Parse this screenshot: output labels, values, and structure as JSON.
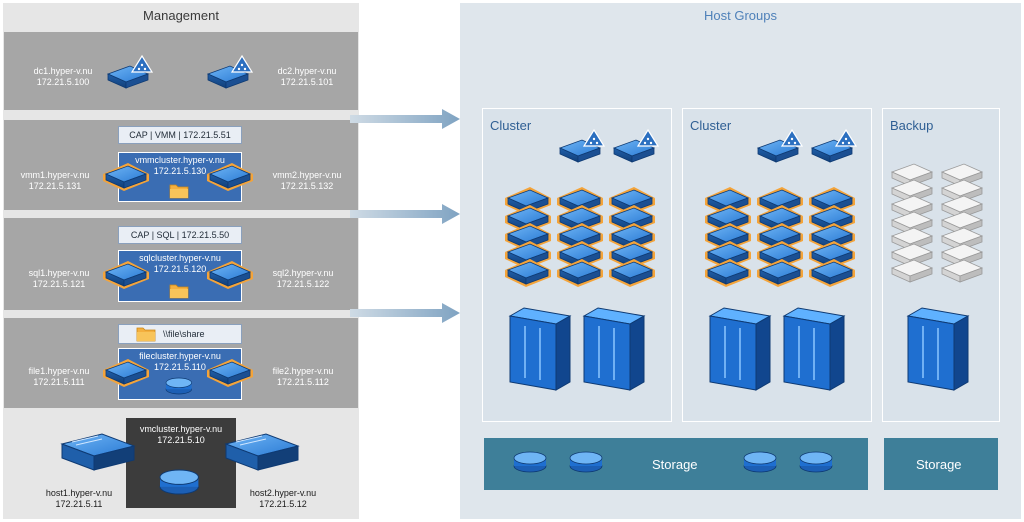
{
  "management": {
    "title": "Management",
    "dc": [
      {
        "name": "dc1.hyper-v.nu",
        "ip": "172.21.5.100"
      },
      {
        "name": "dc2.hyper-v.nu",
        "ip": "172.21.5.101"
      }
    ],
    "vmm": {
      "cap": "CAP | VMM | 172.21.5.51",
      "cluster_name": "vmmcluster.hyper-v.nu",
      "cluster_ip": "172.21.5.130",
      "node1": {
        "name": "vmm1.hyper-v.nu",
        "ip": "172.21.5.131"
      },
      "node2": {
        "name": "vmm2.hyper-v.nu",
        "ip": "172.21.5.132"
      }
    },
    "sql": {
      "cap": "CAP | SQL | 172.21.5.50",
      "cluster_name": "sqlcluster.hyper-v.nu",
      "cluster_ip": "172.21.5.120",
      "node1": {
        "name": "sql1.hyper-v.nu",
        "ip": "172.21.5.121"
      },
      "node2": {
        "name": "sql2.hyper-v.nu",
        "ip": "172.21.5.122"
      }
    },
    "file": {
      "share": "\\\\file\\share",
      "cluster_name": "filecluster.hyper-v.nu",
      "cluster_ip": "172.21.5.110",
      "node1": {
        "name": "file1.hyper-v.nu",
        "ip": "172.21.5.111"
      },
      "node2": {
        "name": "file2.hyper-v.nu",
        "ip": "172.21.5.112"
      }
    },
    "vmcluster": {
      "cluster_name": "vmcluster.hyper-v.nu",
      "cluster_ip": "172.21.5.10",
      "host1": {
        "name": "host1.hyper-v.nu",
        "ip": "172.21.5.11"
      },
      "host2": {
        "name": "host2.hyper-v.nu",
        "ip": "172.21.5.12"
      }
    }
  },
  "host_groups": {
    "title": "Host Groups",
    "panels": [
      {
        "label": "Cluster"
      },
      {
        "label": "Cluster"
      },
      {
        "label": "Backup"
      }
    ],
    "storage": [
      "Storage",
      "Storage"
    ]
  },
  "colors": {
    "management_bg": "#e6e6e6",
    "band_gray": "#a6a6a6",
    "host_groups_bg": "#dfe6ec",
    "panel_bg": "#d9e2ea",
    "cluster_box": "#3a6db3",
    "storage_bar": "#3e7f99",
    "server_blue": "#2f80d8",
    "server_outline": "#f0a23c"
  },
  "icons": [
    "server-icon",
    "domain-controller-icon",
    "folder-icon",
    "disk-icon",
    "storage-tower-icon",
    "arrow-icon"
  ]
}
